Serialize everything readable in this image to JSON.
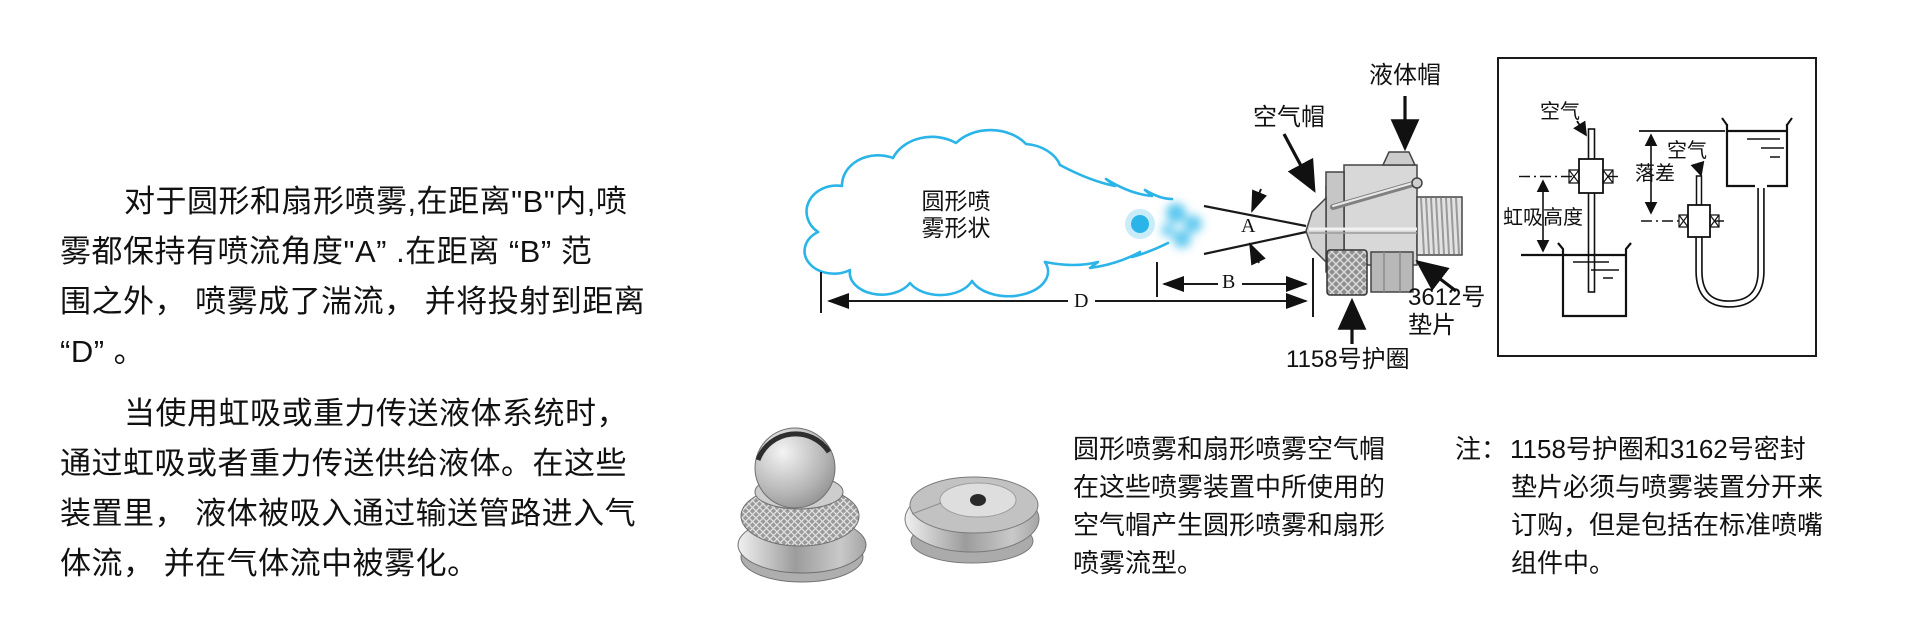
{
  "colors": {
    "cloud": "#2ab4e8",
    "ink": "#111111",
    "metal_light": "#e8e8e8",
    "metal_dark": "#8f8f8f"
  },
  "left_text": {
    "para1": {
      "l1": "对于圆形和扇形喷雾,在距离\"B\"内,喷",
      "l2": "雾都保持有喷流角度\"A” .在距离 “B” 范",
      "l3": "围之外， 喷雾成了湍流， 并将投射到距离",
      "l4": "“D” 。"
    },
    "para2": {
      "l1": "当使用虹吸或重力传送液体系统时，",
      "l2": "通过虹吸或者重力传送供给液体。在这些",
      "l3": "装置里， 液体被吸入通过输送管路进入气",
      "l4": "体流， 并在气体流中被雾化。"
    }
  },
  "diagram": {
    "cloud_label_1": "圆形喷",
    "cloud_label_2": "雾形状",
    "air_cap_label": "空气帽",
    "liquid_cap_label": "液体帽",
    "gasket_label_1": "3612号",
    "gasket_label_2": "垫片",
    "retainer_label": "1158号护圈",
    "dim_a": "A",
    "dim_b": "B",
    "dim_d": "D"
  },
  "inset": {
    "air_left_label": "空气",
    "siphon_height_label": "虹吸高度",
    "air_right_label": "空气",
    "head_drop_label": "落差"
  },
  "caption": {
    "l1": "圆形喷雾和扇形喷雾空气帽",
    "l2": "在这些喷雾装置中所使用的",
    "l3": "空气帽产生圆形喷雾和扇形",
    "l4": "喷雾流型。"
  },
  "note": {
    "label": "注：",
    "l1": "1158号护圈和3162号密封",
    "l2": "垫片必须与喷雾装置分开来",
    "l3": "订购，但是包括在标准喷嘴",
    "l4": "组件中。"
  }
}
